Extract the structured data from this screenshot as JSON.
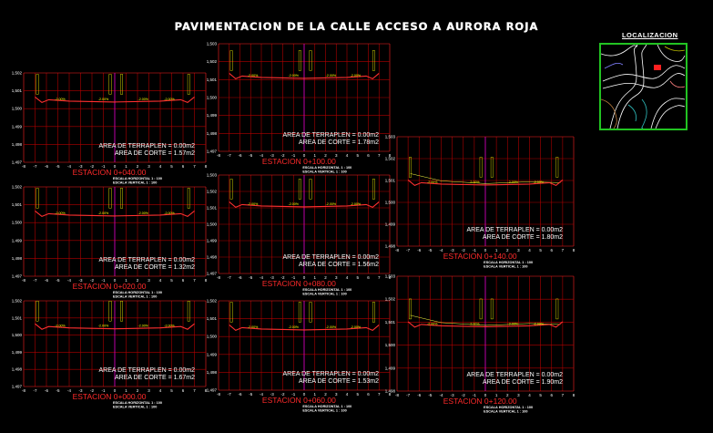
{
  "title": "PAVIMENTACION DE LA CALLE ACCESO A AURORA ROJA",
  "location_label": "LOCALIZACION",
  "colors": {
    "grid": "#ff2020",
    "grid_minor": "#b00000",
    "centerline": "#d000d0",
    "profile": "#ff3030",
    "text": "#ffffff",
    "station": "#ff2a2a",
    "labels": "#ffff00",
    "map_border": "#22c322"
  },
  "sections": [
    {
      "id": "s040",
      "station": "ESTACION 0+040.00",
      "terraplen": "AREA DE TERRAPLEN = 0.00m2",
      "corte": "AREA DE CORTE = 1.57m2",
      "escala_h": "ESCALA HORIZONTAL 1 : 100",
      "escala_v": "ESCALA VERTICAL 1 : 100",
      "yticks": [
        "1,502",
        "1,501",
        "1,500",
        "1,499",
        "1,498",
        "1,497"
      ],
      "xticks": [
        "-8",
        "-7",
        "-6",
        "-5",
        "-4",
        "-3",
        "-2",
        "-1",
        "0",
        "1",
        "2",
        "3",
        "4",
        "5",
        "6",
        "7",
        "8"
      ]
    },
    {
      "id": "s100",
      "station": "ESTACION 0+100.00",
      "terraplen": "AREA DE TERRAPLEN = 0.00m2",
      "corte": "AREA DE CORTE = 1.78m2",
      "escala_h": "ESCALA HORIZONTAL 1 : 100",
      "escala_v": "ESCALA VERTICAL 1 : 100",
      "yticks": [
        "1,503",
        "1,502",
        "1,501",
        "1,500",
        "1,499",
        "1,498",
        "1,497"
      ],
      "xticks": [
        "-8",
        "-7",
        "-6",
        "-5",
        "-4",
        "-3",
        "-2",
        "-1",
        "0",
        "1",
        "2",
        "3",
        "4",
        "5",
        "6",
        "7",
        "8"
      ]
    },
    {
      "id": "s020",
      "station": "ESTACION 0+020.00",
      "terraplen": "AREA DE TERRAPLEN = 0.00m2",
      "corte": "AREA DE CORTE = 1.32m2",
      "escala_h": "ESCALA HORIZONTAL 1 : 100",
      "escala_v": "ESCALA VERTICAL 1 : 100",
      "yticks": [
        "1,502",
        "1,501",
        "1,500",
        "1,499",
        "1,498",
        "1,497"
      ],
      "xticks": [
        "-8",
        "-7",
        "-6",
        "-5",
        "-4",
        "-3",
        "-2",
        "-1",
        "0",
        "1",
        "2",
        "3",
        "4",
        "5",
        "6",
        "7",
        "8"
      ]
    },
    {
      "id": "s080",
      "station": "ESTACION 0+080.00",
      "terraplen": "AREA DE TERRAPLEN = 0.00m2",
      "corte": "AREA DE CORTE = 1.56m2",
      "escala_h": "ESCALA HORIZONTAL 1 : 100",
      "escala_v": "ESCALA VERTICAL 1 : 100",
      "yticks": [
        "1,503",
        "1,502",
        "1,501",
        "1,500",
        "1,499",
        "1,498",
        "1,497"
      ],
      "xticks": [
        "-8",
        "-7",
        "-6",
        "-5",
        "-4",
        "-3",
        "-2",
        "-1",
        "0",
        "1",
        "2",
        "3",
        "4",
        "5",
        "6",
        "7",
        "8"
      ]
    },
    {
      "id": "s140",
      "station": "ESTACION 0+140.00",
      "terraplen": "AREA DE TERRAPLEN = 0.00m2",
      "corte": "AREA DE CORTE = 1.80m2",
      "escala_h": "ESCALA HORIZONTAL 1 : 100",
      "escala_v": "ESCALA VERTICAL 1 : 100",
      "yticks": [
        "1,503",
        "1,502",
        "1,501",
        "1,500",
        "1,499",
        "1,498"
      ],
      "xticks": [
        "-8",
        "-7",
        "-6",
        "-5",
        "-4",
        "-3",
        "-2",
        "-1",
        "0",
        "1",
        "2",
        "3",
        "4",
        "5",
        "6",
        "7",
        "8"
      ]
    },
    {
      "id": "s000",
      "station": "ESTACION 0+000.00",
      "terraplen": "AREA DE TERRAPLEN = 0.00m2",
      "corte": "AREA DE CORTE = 1.67m2",
      "escala_h": "ESCALA HORIZONTAL 1 : 100",
      "escala_v": "ESCALA VERTICAL 1 : 100",
      "yticks": [
        "1,502",
        "1,501",
        "1,500",
        "1,499",
        "1,498",
        "1,497"
      ],
      "xticks": [
        "-8",
        "-7",
        "-6",
        "-5",
        "-4",
        "-3",
        "-2",
        "-1",
        "0",
        "1",
        "2",
        "3",
        "4",
        "5",
        "6",
        "7",
        "8"
      ]
    },
    {
      "id": "s060",
      "station": "ESTACION 0+060.00",
      "terraplen": "AREA DE TERRAPLEN = 0.00m2",
      "corte": "AREA DE CORTE = 1.53m2",
      "escala_h": "ESCALA HORIZONTAL 1 : 100",
      "escala_v": "ESCALA VERTICAL 1 : 100",
      "yticks": [
        "1,502",
        "1,501",
        "1,500",
        "1,499",
        "1,498",
        "1,497"
      ],
      "xticks": [
        "-8",
        "-7",
        "-6",
        "-5",
        "-4",
        "-3",
        "-2",
        "-1",
        "0",
        "1",
        "2",
        "3",
        "4",
        "5",
        "6",
        "7",
        "8"
      ]
    },
    {
      "id": "s120",
      "station": "ESTACION 0+120.00",
      "terraplen": "AREA DE TERRAPLEN = 0.00m2",
      "corte": "AREA DE CORTE = 1.90m2",
      "escala_h": "ESCALA HORIZONTAL 1 : 100",
      "escala_v": "ESCALA VERTICAL 1 : 100",
      "yticks": [
        "1,503",
        "1,502",
        "1,501",
        "1,500",
        "1,499",
        "1,498"
      ],
      "xticks": [
        "-8",
        "-7",
        "-6",
        "-5",
        "-4",
        "-3",
        "-2",
        "-1",
        "0",
        "1",
        "2",
        "3",
        "4",
        "5",
        "6",
        "7",
        "8"
      ]
    }
  ]
}
